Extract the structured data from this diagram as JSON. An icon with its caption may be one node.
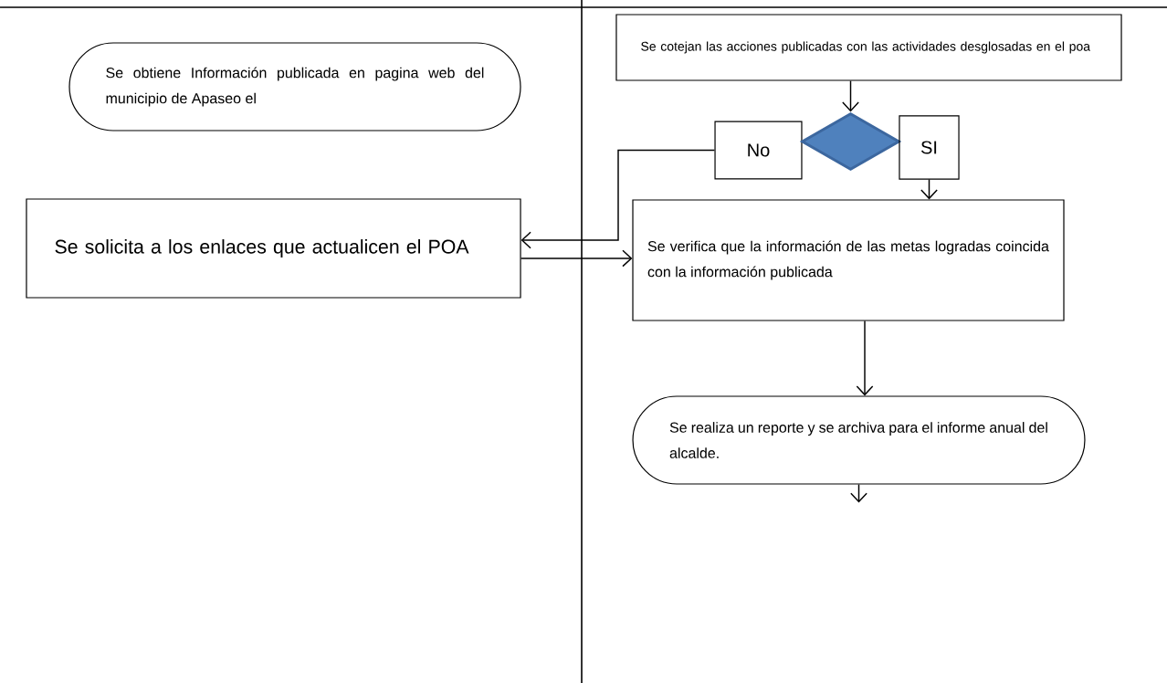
{
  "diagram": {
    "nodes": [
      {
        "text": [
          "Se obtiene Información publicada en pagina web del municipio de Apaseo el"
        ]
      },
      {
        "text": [
          "Se solicita a los enlaces que actualicen el POA"
        ]
      },
      {
        "text": [
          "Se cotejan las acciones publicadas con las actividades desglosadas en el poa"
        ]
      },
      {
        "text": [
          "No"
        ]
      },
      {
        "text": [],
        "shape": "diamond"
      },
      {
        "text": [
          "SI"
        ]
      },
      {
        "text": [
          "Se verifica que la información de las metas logradas coincida con la información publicada"
        ]
      },
      {
        "text": [
          "Se realiza un reporte y se archiva para el informe anual del alcalde."
        ]
      }
    ],
    "edges": [
      {
        "from": 2,
        "to": 4,
        "arrow": "to"
      },
      {
        "from": 3,
        "to": 1,
        "arrow": "to"
      },
      {
        "from": 1,
        "to": 6,
        "arrow": "to"
      },
      {
        "from": 5,
        "to": 6,
        "arrow": "to"
      },
      {
        "from": 6,
        "to": 7,
        "arrow": "to"
      },
      {
        "from": 7,
        "to": null,
        "arrow": "to"
      }
    ]
  }
}
